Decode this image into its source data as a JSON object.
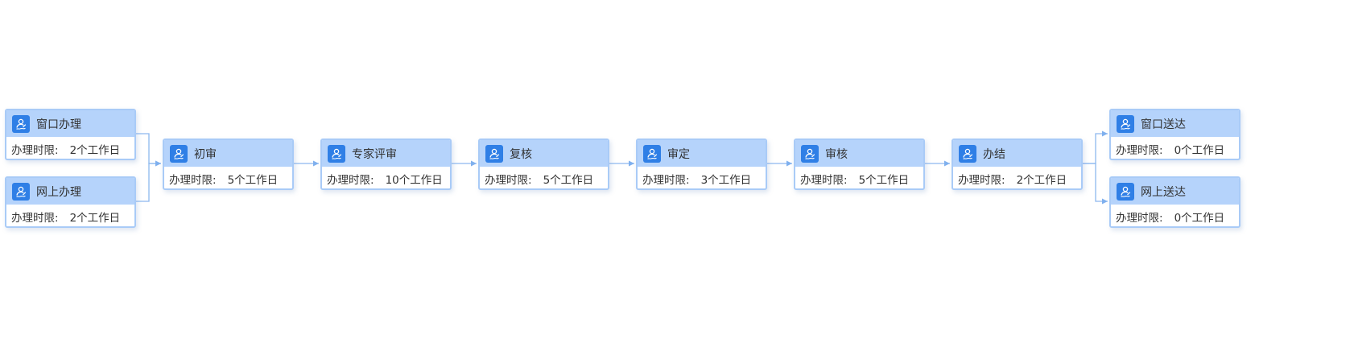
{
  "flow": {
    "nodes": [
      {
        "id": "window-handle",
        "title": "窗口办理",
        "deadline_label": "办理时限:",
        "deadline_value": "2个工作日"
      },
      {
        "id": "online-handle",
        "title": "网上办理",
        "deadline_label": "办理时限:",
        "deadline_value": "2个工作日"
      },
      {
        "id": "initial-review",
        "title": "初审",
        "deadline_label": "办理时限:",
        "deadline_value": "5个工作日"
      },
      {
        "id": "expert-review",
        "title": "专家评审",
        "deadline_label": "办理时限:",
        "deadline_value": "10个工作日"
      },
      {
        "id": "re-check",
        "title": "复核",
        "deadline_label": "办理时限:",
        "deadline_value": "5个工作日"
      },
      {
        "id": "decision",
        "title": "审定",
        "deadline_label": "办理时限:",
        "deadline_value": "3个工作日"
      },
      {
        "id": "audit",
        "title": "审核",
        "deadline_label": "办理时限:",
        "deadline_value": "5个工作日"
      },
      {
        "id": "complete",
        "title": "办结",
        "deadline_label": "办理时限:",
        "deadline_value": "2个工作日"
      },
      {
        "id": "window-delivery",
        "title": "窗口送达",
        "deadline_label": "办理时限:",
        "deadline_value": "0个工作日"
      },
      {
        "id": "online-delivery",
        "title": "网上送达",
        "deadline_label": "办理时限:",
        "deadline_value": "0个工作日"
      }
    ],
    "edges": [
      [
        "window-handle",
        "initial-review"
      ],
      [
        "online-handle",
        "initial-review"
      ],
      [
        "initial-review",
        "expert-review"
      ],
      [
        "expert-review",
        "re-check"
      ],
      [
        "re-check",
        "decision"
      ],
      [
        "decision",
        "audit"
      ],
      [
        "audit",
        "complete"
      ],
      [
        "complete",
        "window-delivery"
      ],
      [
        "complete",
        "online-delivery"
      ]
    ]
  },
  "colors": {
    "connector": "#8db8ef",
    "header": "#b5d3fb",
    "border": "#a9cbf7",
    "icon_bg": "#2f7fe6"
  },
  "icon": "user-sign-icon"
}
